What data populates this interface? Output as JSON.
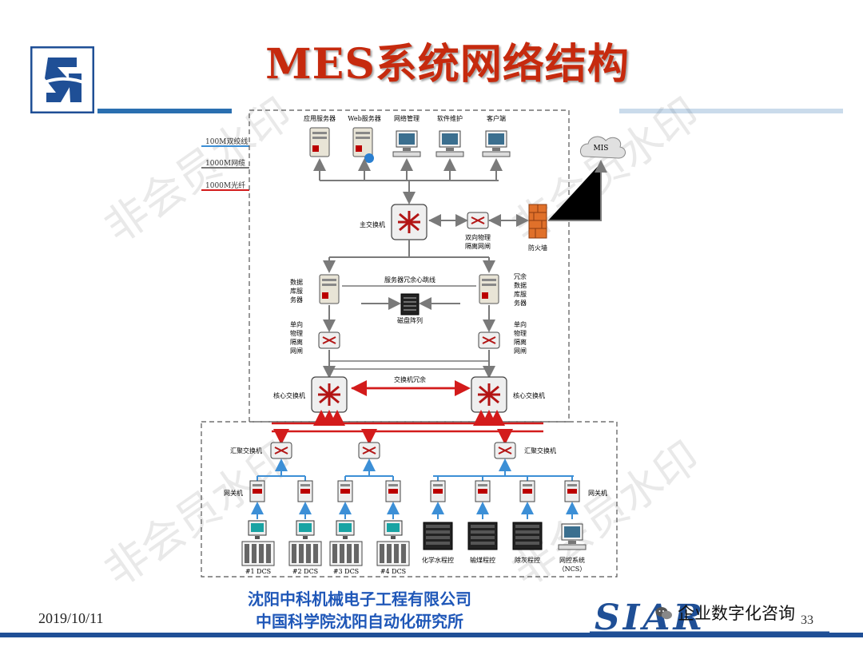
{
  "title": "MES系统网络结构",
  "legend": {
    "twisted_pair": "100M双绞线",
    "cable": "1000M网缆",
    "fiber": "1000M光纤"
  },
  "diagram": {
    "servers": [
      {
        "label": "应用服务器",
        "icon": "server-rack-icon"
      },
      {
        "label": "Web服务器",
        "icon": "web-server-icon"
      },
      {
        "label": "网络管理",
        "icon": "pc-icon"
      },
      {
        "label": "软件维护",
        "icon": "pc-icon"
      },
      {
        "label": "客户端",
        "icon": "pc-icon"
      }
    ],
    "mis": "MIS",
    "main_switch": "主交换机",
    "dual_isolator": "双向物理\n隔离网闸",
    "firewall": "防火墙",
    "db_server": "数据\n库服\n务器",
    "heartbeat": "服务器冗余心跳线",
    "redundant_db": "冗余\n数据\n库服\n务器",
    "disk_array": "磁盘阵列",
    "oneway_isolator": "单向\n物理\n隔离\n网闸",
    "core_switch": "核心交换机",
    "switch_redundancy": "交换机冗余",
    "agg_switch": "汇聚交换机",
    "gateway": "网关机",
    "dcs": [
      "#1 DCS",
      "#2 DCS",
      "#3 DCS",
      "#4 DCS"
    ],
    "programs": [
      "化学水程控",
      "输煤程控",
      "除灰程控"
    ],
    "ncs": "网控系统\n（NCS）"
  },
  "footer": {
    "date": "2019/10/11",
    "company_line1": "沈阳中科机械电子工程有限公司",
    "company_line2": "中国科学院沈阳自动化研究所",
    "brand": "SIAR",
    "wechat": "企业数字化咨询",
    "page": "33"
  },
  "watermark": "非会员水印",
  "colors": {
    "title": "#c62a0e",
    "blue_link": "#3c8fd6",
    "red_link": "#d31b1b",
    "company": "#1f57b8"
  }
}
